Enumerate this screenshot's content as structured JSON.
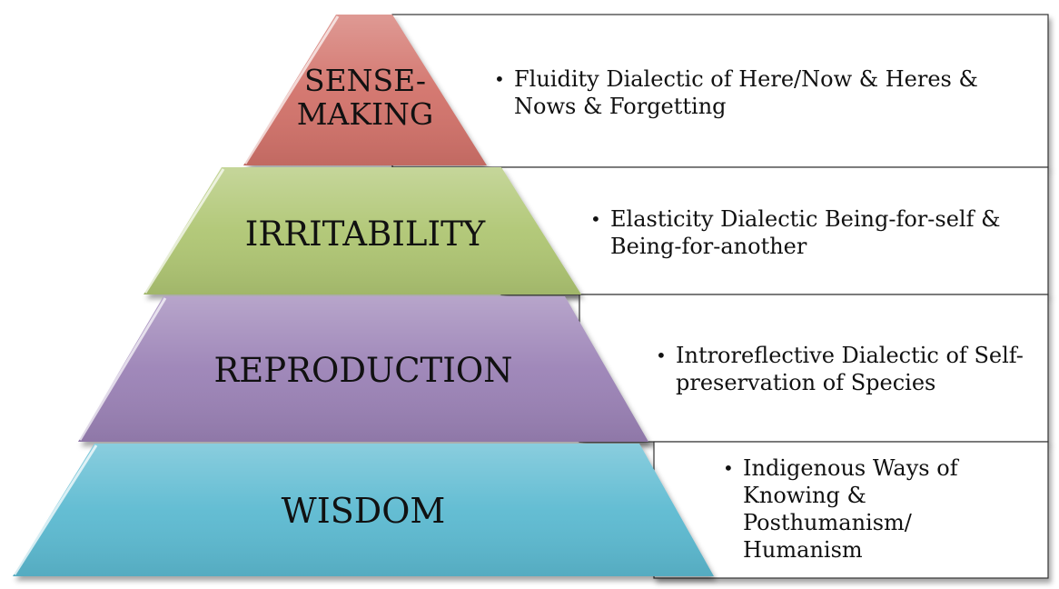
{
  "levels": [
    {
      "label": "SENSE-\nMAKING",
      "color": "#D2726A",
      "description": "Fluidity Dialectic of Here/Now & Heres & Nows & Forgetting"
    },
    {
      "label": "IRRITABILITY",
      "color": "#AFC673",
      "description": "Elasticity Dialectic Being-for-self & Being-for-another"
    },
    {
      "label": "REPRODUCTION",
      "color": "#9B82B6",
      "description": "Introreflective Dialectic of Self-preservation of Species"
    },
    {
      "label": "WISDOM",
      "color": "#5CBAD1",
      "description": "Indigenous Ways of Knowing & Posthumanism/ Humanism"
    }
  ],
  "bullet_glyph": "•",
  "box_border_color": "#333333"
}
